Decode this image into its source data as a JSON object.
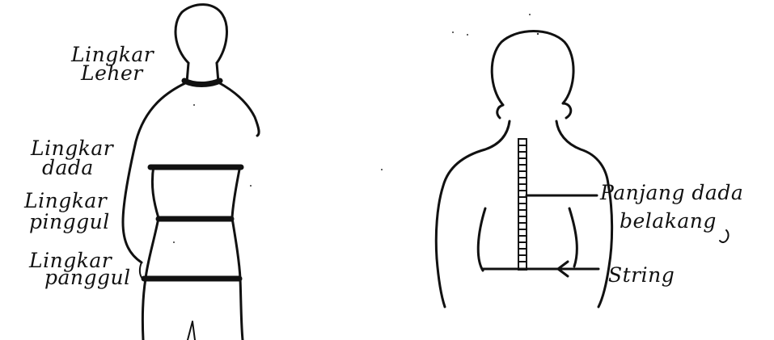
{
  "labels": {
    "lingkar_leher": [
      "Lingkar",
      "Leher"
    ],
    "lingkar_dada": [
      "Lingkar",
      "dada"
    ],
    "lingkar_pinggul": [
      "Lingkar",
      "pinggul"
    ],
    "lingkar_panggul": [
      "Lingkar",
      "panggul"
    ],
    "panjang_dada_belakang": [
      "Panjang dada",
      "belakang"
    ],
    "string": "String"
  },
  "colors": {
    "ink": "#111111",
    "paper": "#ffffff"
  }
}
